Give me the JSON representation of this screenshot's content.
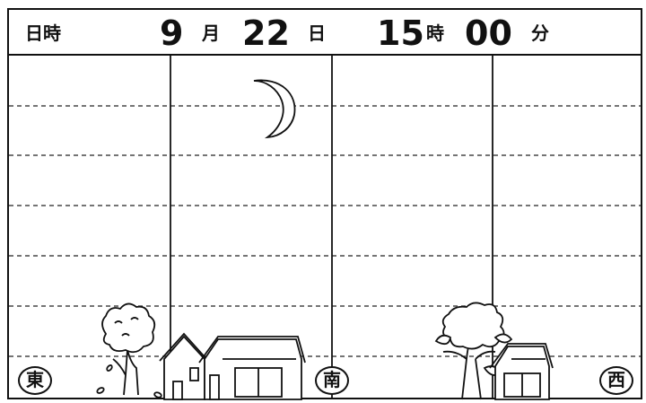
{
  "header": {
    "label": "日時",
    "month_value": "9",
    "month_unit": "月",
    "day_value": "22",
    "day_unit": "日",
    "hour_value": "15",
    "hour_unit": "時",
    "minute_value": "00",
    "minute_unit": "分"
  },
  "directions": {
    "east": "東",
    "south": "南",
    "west": "西"
  },
  "moon": {
    "phase": "crescent"
  }
}
